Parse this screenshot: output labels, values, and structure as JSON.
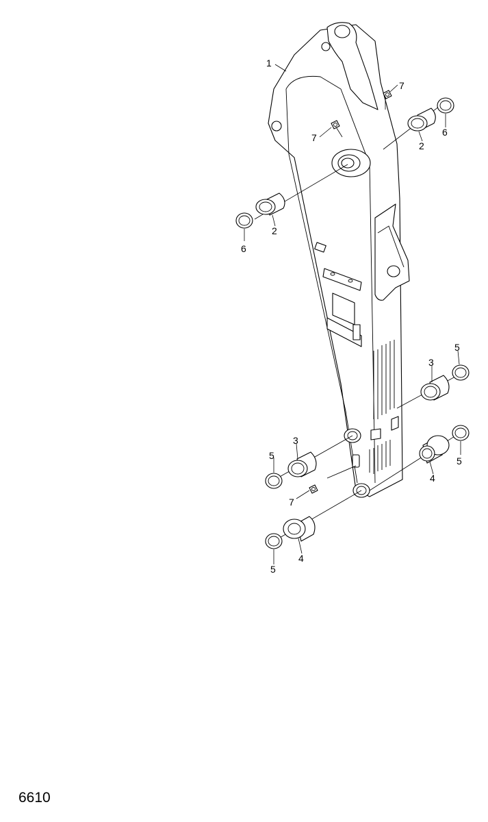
{
  "figure_number": "6610",
  "callouts": {
    "boom_arm": "1",
    "bushing_upper_right": "2",
    "bushing_upper_left": "2",
    "bushing_mid_right": "3",
    "bushing_mid_left": "3",
    "bushing_flanged_right": "4",
    "bushing_flanged_left": "4",
    "shim_mid_right": "5",
    "shim_mid_left": "5",
    "shim_lower_right": "5",
    "shim_lower_left": "5",
    "shim_upper_right": "6",
    "shim_upper_left": "6",
    "grease_fitting_top": "7",
    "grease_fitting_mid": "7",
    "grease_fitting_bottom": "7"
  },
  "colors": {
    "line": "#000000",
    "background": "#ffffff"
  }
}
